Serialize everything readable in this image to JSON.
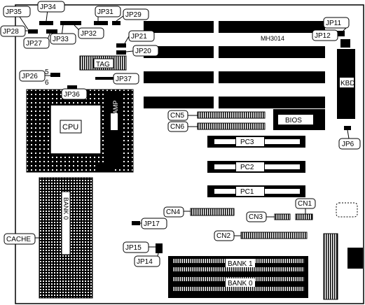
{
  "board": {
    "model": "MH3014",
    "chips": {
      "cpu": "CPU",
      "amp": "AMP",
      "bios": "BIOS",
      "tag": "TAG",
      "kbd": "KBD",
      "cache": "CACHE",
      "bank0_vertical": "BANK 0"
    },
    "slots": {
      "pc1": "PC1",
      "pc2": "PC2",
      "pc3": "PC3",
      "bank1": "BANK 1",
      "bank0": "BANK 0"
    },
    "connectors": {
      "cn1": "CN1",
      "cn2": "CN2",
      "cn3": "CN3",
      "cn4": "CN4",
      "cn5": "CN5",
      "cn6": "CN6"
    },
    "jumpers": {
      "jp6": "JP6",
      "jp11": "JP11",
      "jp12": "JP12",
      "jp14": "JP14",
      "jp15": "JP15",
      "jp17": "JP17",
      "jp20": "JP20",
      "jp21": "JP21",
      "jp26": "JP26",
      "jp27": "JP27",
      "jp28": "JP28",
      "jp29": "JP29",
      "jp31": "JP31",
      "jp32": "JP32",
      "jp33": "JP33",
      "jp34": "JP34",
      "jp35": "JP35",
      "jp36": "JP36",
      "jp37": "JP37"
    },
    "pins": {
      "jp26_pin5": "5",
      "jp26_pin6": "6"
    }
  }
}
